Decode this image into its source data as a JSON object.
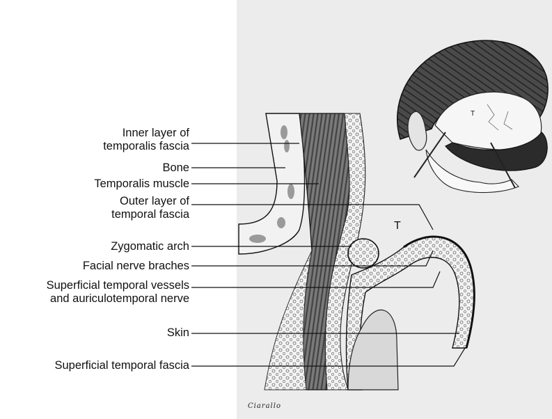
{
  "labels": {
    "inner_layer": [
      "Inner layer of",
      "temporalis fascia"
    ],
    "bone": "Bone",
    "temporalis_muscle": "Temporalis muscle",
    "outer_layer": [
      "Outer layer of",
      "temporal fascia"
    ],
    "zygomatic_arch": "Zygomatic arch",
    "facial_nerve": "Facial nerve braches",
    "sup_temporal_vessels": [
      "Superficial temporal vessels",
      "and auriculotemporal nerve"
    ],
    "skin": "Skin",
    "sup_temporal_fascia": "Superficial temporal fascia"
  },
  "region_tag": "T",
  "inset_tag": "T",
  "artist_signature": "Ciarallo",
  "colors": {
    "ink": "#111111",
    "plate_gray": "#ececec",
    "bone": "#f2f2f2",
    "muscle": "#5a5a5a"
  }
}
